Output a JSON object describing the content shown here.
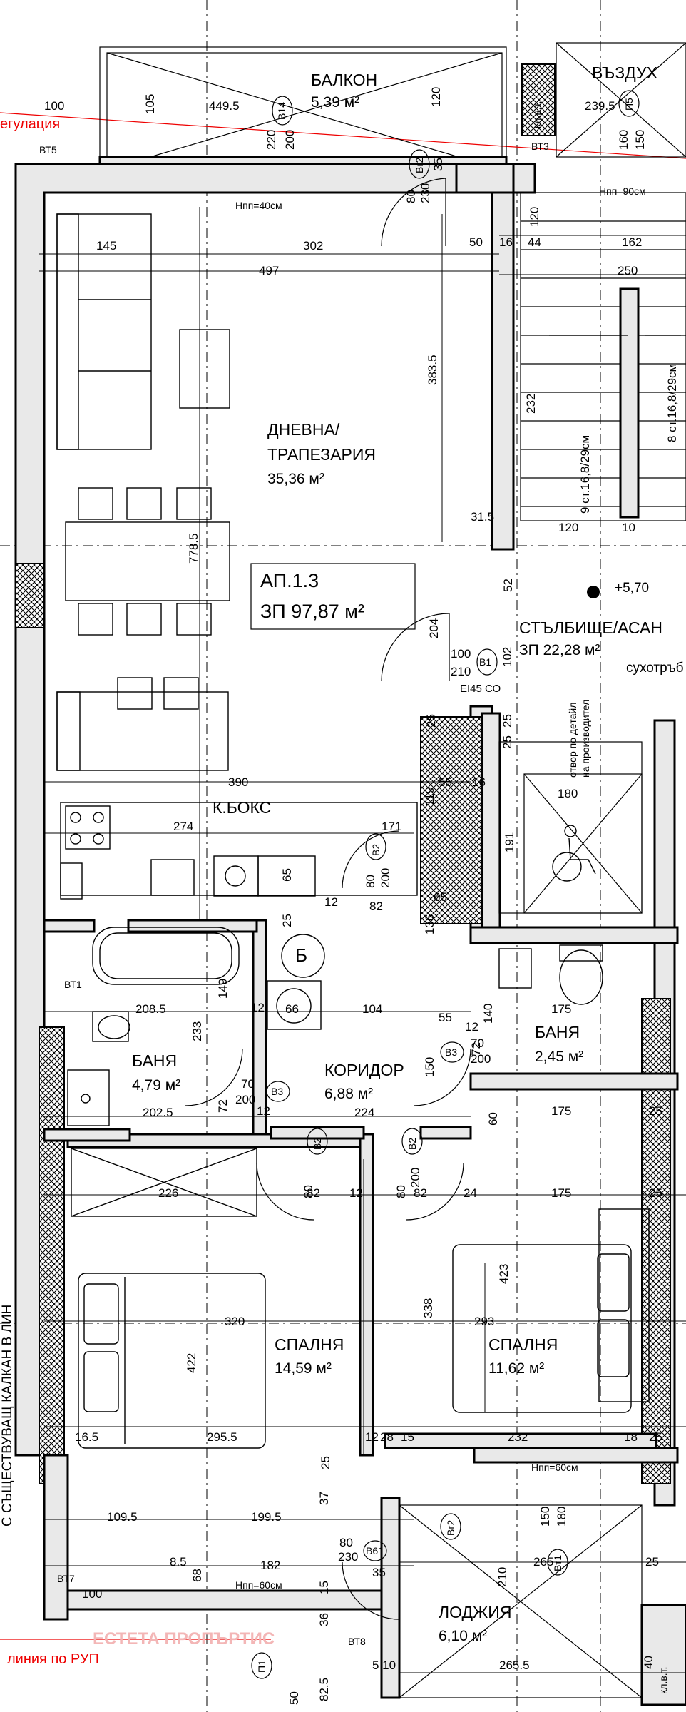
{
  "rooms": {
    "balcony": {
      "name": "БАЛКОН",
      "area": "5,39 м²"
    },
    "air": {
      "name": "ВЪЗДУХ"
    },
    "living": {
      "name1": "ДНЕВНА/",
      "name2": "ТРАПЕЗАРИЯ",
      "area": "35,36 м²"
    },
    "apartment": {
      "code": "АП.1.3",
      "area": "ЗП 97,87 м²"
    },
    "stairs": {
      "name": "СТЪЛБИЩЕ/АСАН",
      "area": "ЗП 22,28 м²"
    },
    "kitchen": {
      "name": "К.БОКС"
    },
    "bath_left": {
      "name": "БАНЯ",
      "area": "4,79 м²"
    },
    "corridor": {
      "name": "КОРИДОР",
      "area": "6,88 м²"
    },
    "bath_right": {
      "name": "БАНЯ",
      "area": "2,45 м²"
    },
    "bedroom_left": {
      "name": "СПАЛНЯ",
      "area": "14,59 м²"
    },
    "bedroom_right": {
      "name": "СПАЛНЯ",
      "area": "11,62 м²"
    },
    "loggia": {
      "name": "ЛОДЖИЯ",
      "area": "6,10 м²"
    }
  },
  "labels": {
    "regulation": "егулация",
    "rup_line": "линия по РУП",
    "watermark": "ЕСТЕТА ПРОПЪРТИС",
    "street_side": "С СЪЩЕСТВУВАЩ КАЛКАН В ЛИН",
    "elevation": "+5,70",
    "dry_pipe": "сухотръб",
    "opening_note1": "отвор по детайл",
    "opening_note2": "на производител",
    "fire_door": "EI45 СО",
    "stair_flight_1": "9 ст.16,8/29см",
    "stair_flight_2": "8 ст.16,8/29см",
    "boiler": "Б",
    "sill_40": "Нпп=40см",
    "sill_90": "Нпп=90см",
    "sill_60a": "Нпп=60см",
    "sill_60b": "Нпп=60см",
    "klvt_1": "кл.в.т.",
    "klvt_2": "кл.в.т."
  },
  "tags": {
    "bt5": "ВТ5",
    "bt3": "ВТ3",
    "bt1": "ВТ1",
    "bt7": "ВТ7",
    "bt8": "ВТ8",
    "b14": "В14",
    "b12a": "Вг2",
    "b1": "В1",
    "b2a": "В2",
    "b2b": "В2",
    "b2c": "В2",
    "b3a": "В3",
    "b3b": "В3",
    "b61": "В61",
    "b12b": "Вг2",
    "bt11": "Вт1",
    "p5": "П5",
    "p1": "П1",
    "d66": "66"
  },
  "dims": {
    "d100": "100",
    "d449_5": "449.5",
    "d105": "105",
    "d220": "220",
    "d200a": "200",
    "d120a": "120",
    "d239_5": "239.5",
    "d160": "160",
    "d150a": "150",
    "d80a": "80",
    "d230": "230",
    "d35a": "35",
    "d145": "145",
    "d302": "302",
    "d497": "497",
    "d50": "50",
    "d16a": "16",
    "d44": "44",
    "d162": "162",
    "d250": "250",
    "d120b": "120",
    "d383_5": "383.5",
    "d232": "232",
    "d778_5": "778.5",
    "d31_5": "31.5",
    "d120c": "120",
    "d10": "10",
    "d52": "52",
    "d204": "204",
    "d100b": "100",
    "d210": "210",
    "d102": "102",
    "d25a": "25",
    "d25b": "25",
    "d25c": "25",
    "d390": "390",
    "d55a": "55",
    "d16b": "16",
    "d180": "180",
    "d119": "119",
    "d191": "191",
    "d274": "274",
    "d171": "171",
    "d80b": "80",
    "d200b": "200",
    "d65a": "65",
    "d12a": "12",
    "d82a": "82",
    "d65b": "65",
    "d136": "136",
    "d149": "149",
    "d25d": "25",
    "d12b": "12",
    "d208_5": "208.5",
    "d104": "104",
    "d55b": "55",
    "d12c": "12",
    "d140": "140",
    "d175a": "175",
    "d233": "233",
    "d72a": "72",
    "d70a": "70",
    "d200c": "200",
    "d12d": "12",
    "d72b": "72",
    "d70b": "70",
    "d200d": "200",
    "d150b": "150",
    "d202_5": "202.5",
    "d224": "224",
    "d60": "60",
    "d175b": "175",
    "d25e": "25",
    "d226": "226",
    "d80c": "80",
    "d82b": "82",
    "d12e": "12",
    "d80d": "80",
    "d200e": "200",
    "d82c": "82",
    "d24": "24",
    "d175c": "175",
    "d25f": "25",
    "d423": "423",
    "d320": "320",
    "d338": "338",
    "d293": "293",
    "d422": "422",
    "d16_5": "16.5",
    "d295_5": "295.5",
    "d12f": "12",
    "d28": "28",
    "d15a": "15",
    "d232b": "232",
    "d18": "18",
    "d25g": "25",
    "d109_5": "109.5",
    "d199_5": "199.5",
    "d37": "37",
    "d25h": "25",
    "d80e": "80",
    "d230b": "230",
    "d265a": "265",
    "d25i": "25",
    "d8_5": "8.5",
    "d68": "68",
    "d182": "182",
    "d35b": "35",
    "d210b": "210",
    "d150c": "150",
    "d180b": "180",
    "d40": "40",
    "d82_5": "82.5",
    "d5_10": "5 10",
    "d265_5": "265.5",
    "d50b": "50",
    "d100c": "100",
    "d15b": "15",
    "d36": "36"
  }
}
